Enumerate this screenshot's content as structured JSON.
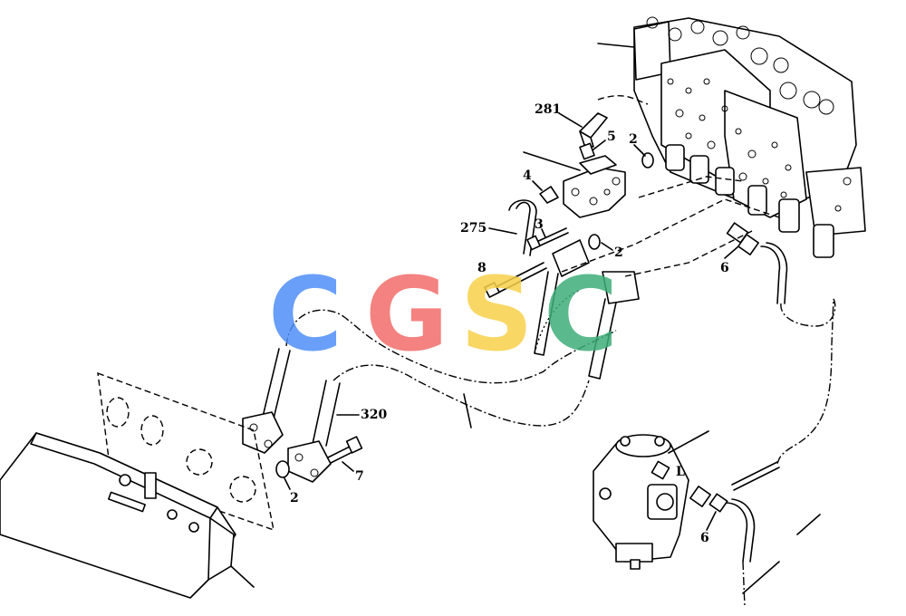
{
  "labels": {
    "p281": "281",
    "p5": "5",
    "p2a": "2",
    "p4": "4",
    "p275": "275",
    "p3": "3",
    "p2b": "2",
    "p8": "8",
    "p6a": "6",
    "p320": "320",
    "p7": "7",
    "p2c": "2",
    "pL": "L",
    "p6b": "6"
  },
  "watermark": {
    "letters": [
      "C",
      "G",
      "S",
      "C"
    ],
    "colors": [
      "#4f8ff7",
      "#f26d6a",
      "#f7d14a",
      "#3fae7a"
    ]
  }
}
